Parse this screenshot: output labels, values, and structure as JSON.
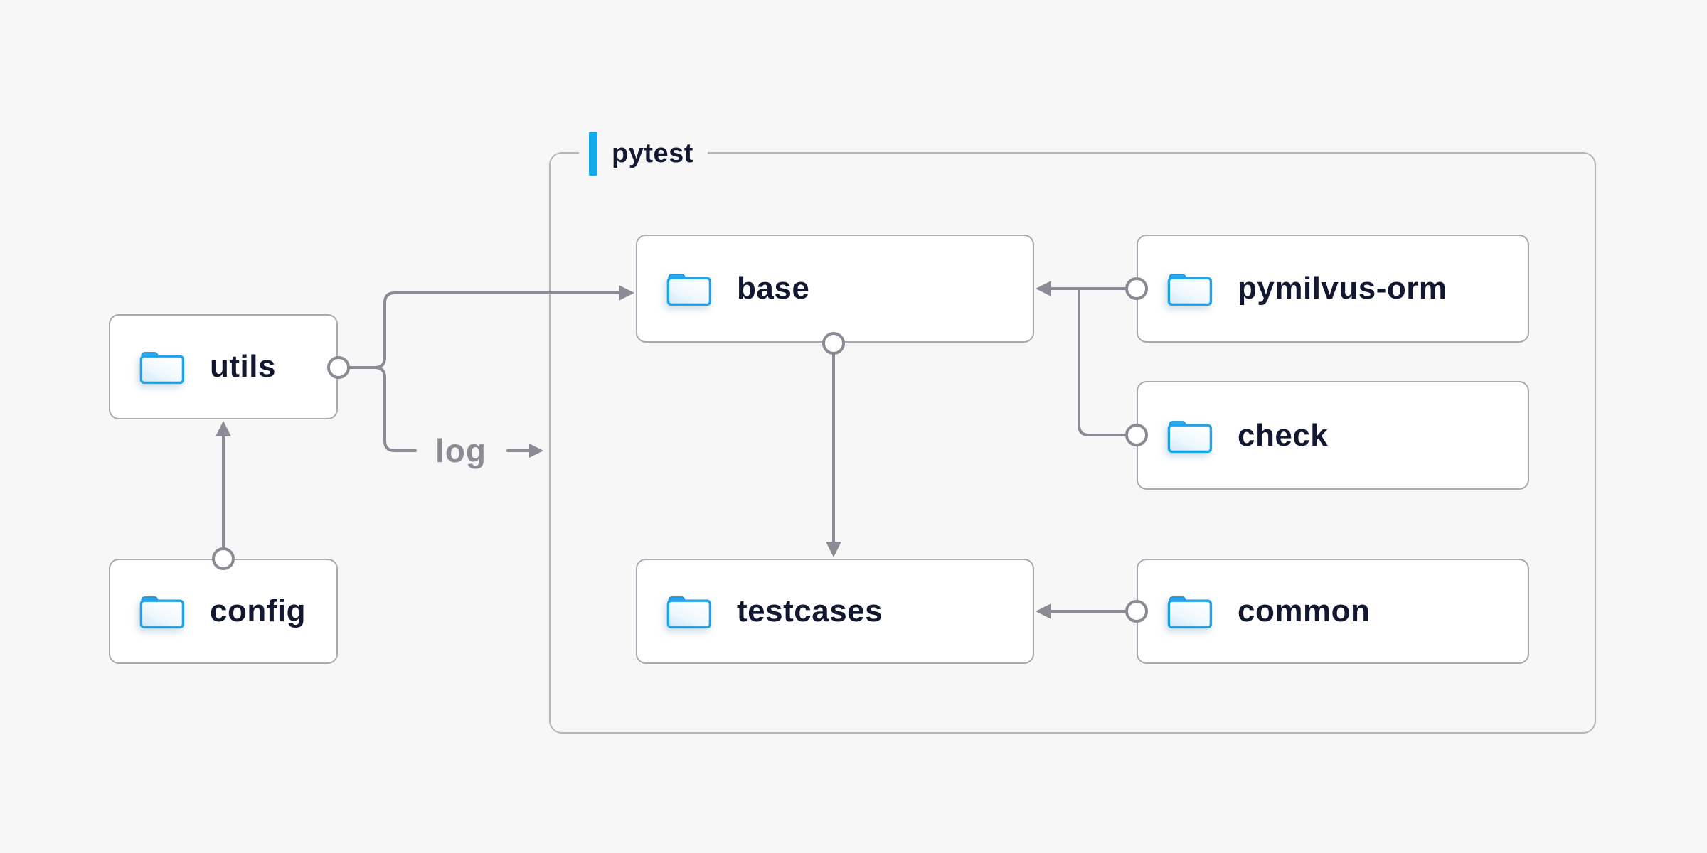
{
  "diagram": {
    "background": "#f7f7f8",
    "colors": {
      "node_fill": "#ffffff",
      "node_border": "#a8a8b3",
      "group_border": "#b4b4bf",
      "line": "#8b8b95",
      "text": "#111830",
      "muted_text": "#8b8b95",
      "accent_blue": "#14a9e9",
      "folder_blue": "#22a5ea"
    },
    "group": {
      "label": "pytest"
    },
    "nodes": [
      {
        "id": "utils",
        "label": "utils",
        "icon": "folder-icon",
        "inside_group": false
      },
      {
        "id": "config",
        "label": "config",
        "icon": "folder-icon",
        "inside_group": false
      },
      {
        "id": "base",
        "label": "base",
        "icon": "folder-icon",
        "inside_group": true
      },
      {
        "id": "pymilvus-orm",
        "label": "pymilvus-orm",
        "icon": "folder-icon",
        "inside_group": true
      },
      {
        "id": "check",
        "label": "check",
        "icon": "folder-icon",
        "inside_group": true
      },
      {
        "id": "testcases",
        "label": "testcases",
        "icon": "folder-icon",
        "inside_group": true
      },
      {
        "id": "common",
        "label": "common",
        "icon": "folder-icon",
        "inside_group": true
      }
    ],
    "edges": [
      {
        "from": "config",
        "to": "utils",
        "type": "arrow"
      },
      {
        "from": "utils",
        "to": "base",
        "type": "arrow"
      },
      {
        "from": "utils",
        "to": "log",
        "type": "labeled-arrow",
        "label": "log"
      },
      {
        "from": "base",
        "to": "testcases",
        "type": "arrow"
      },
      {
        "from": "pymilvus-orm",
        "to": "base",
        "type": "arrow"
      },
      {
        "from": "check",
        "to": "base",
        "type": "arrow"
      },
      {
        "from": "common",
        "to": "testcases",
        "type": "arrow"
      }
    ],
    "edge_label": {
      "log": "log"
    }
  }
}
